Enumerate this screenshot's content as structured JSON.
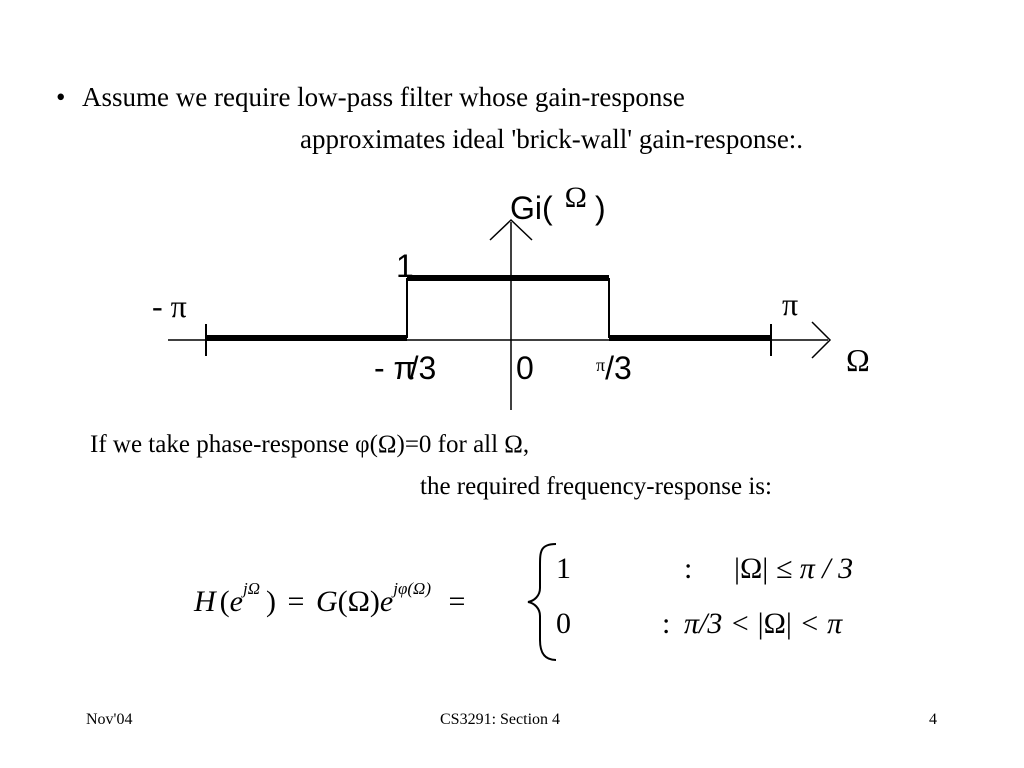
{
  "slide": {
    "bullet_char": "•",
    "bullet_line1": "Assume we require low-pass filter whose gain-response",
    "bullet_line2": "approximates ideal 'brick-wall' gain-response:.",
    "phase_line1": "If we take phase-response φ(Ω)=0 for all Ω,",
    "phase_line2": "the required frequency-response is:"
  },
  "diagram": {
    "y_label_prefix": "Gi(",
    "y_label_omega": "Ω",
    "y_label_suffix": ")",
    "gain_one": "1",
    "left_edge": "- π",
    "right_edge": "π",
    "neg_cutoff_minus": "- π",
    "neg_cutoff_div": "/3",
    "zero": "0",
    "pos_cutoff_pi": "π",
    "pos_cutoff_div": "/3",
    "x_axis_label": "Ω"
  },
  "equation": {
    "lhs_H": "H",
    "lhs_open": "(",
    "lhs_e": "e",
    "lhs_exp": "jΩ",
    "lhs_close": ")",
    "eq1": "=",
    "G": "G",
    "G_arg": "(Ω)",
    "e2": "e",
    "exp2": "jφ(Ω)",
    "eq2": "=",
    "case1_value": "1",
    "case1_colon": ":",
    "case1_cond_abs": "|Ω|",
    "case1_cond_rest": "≤ π / 3",
    "case2_value": "0",
    "case2_colon": ":",
    "case2_cond_left": "π/3 <",
    "case2_cond_abs": "|Ω|",
    "case2_cond_right": "< π"
  },
  "footer": {
    "left": "Nov'04",
    "center": "CS3291: Section 4",
    "right": "4"
  }
}
